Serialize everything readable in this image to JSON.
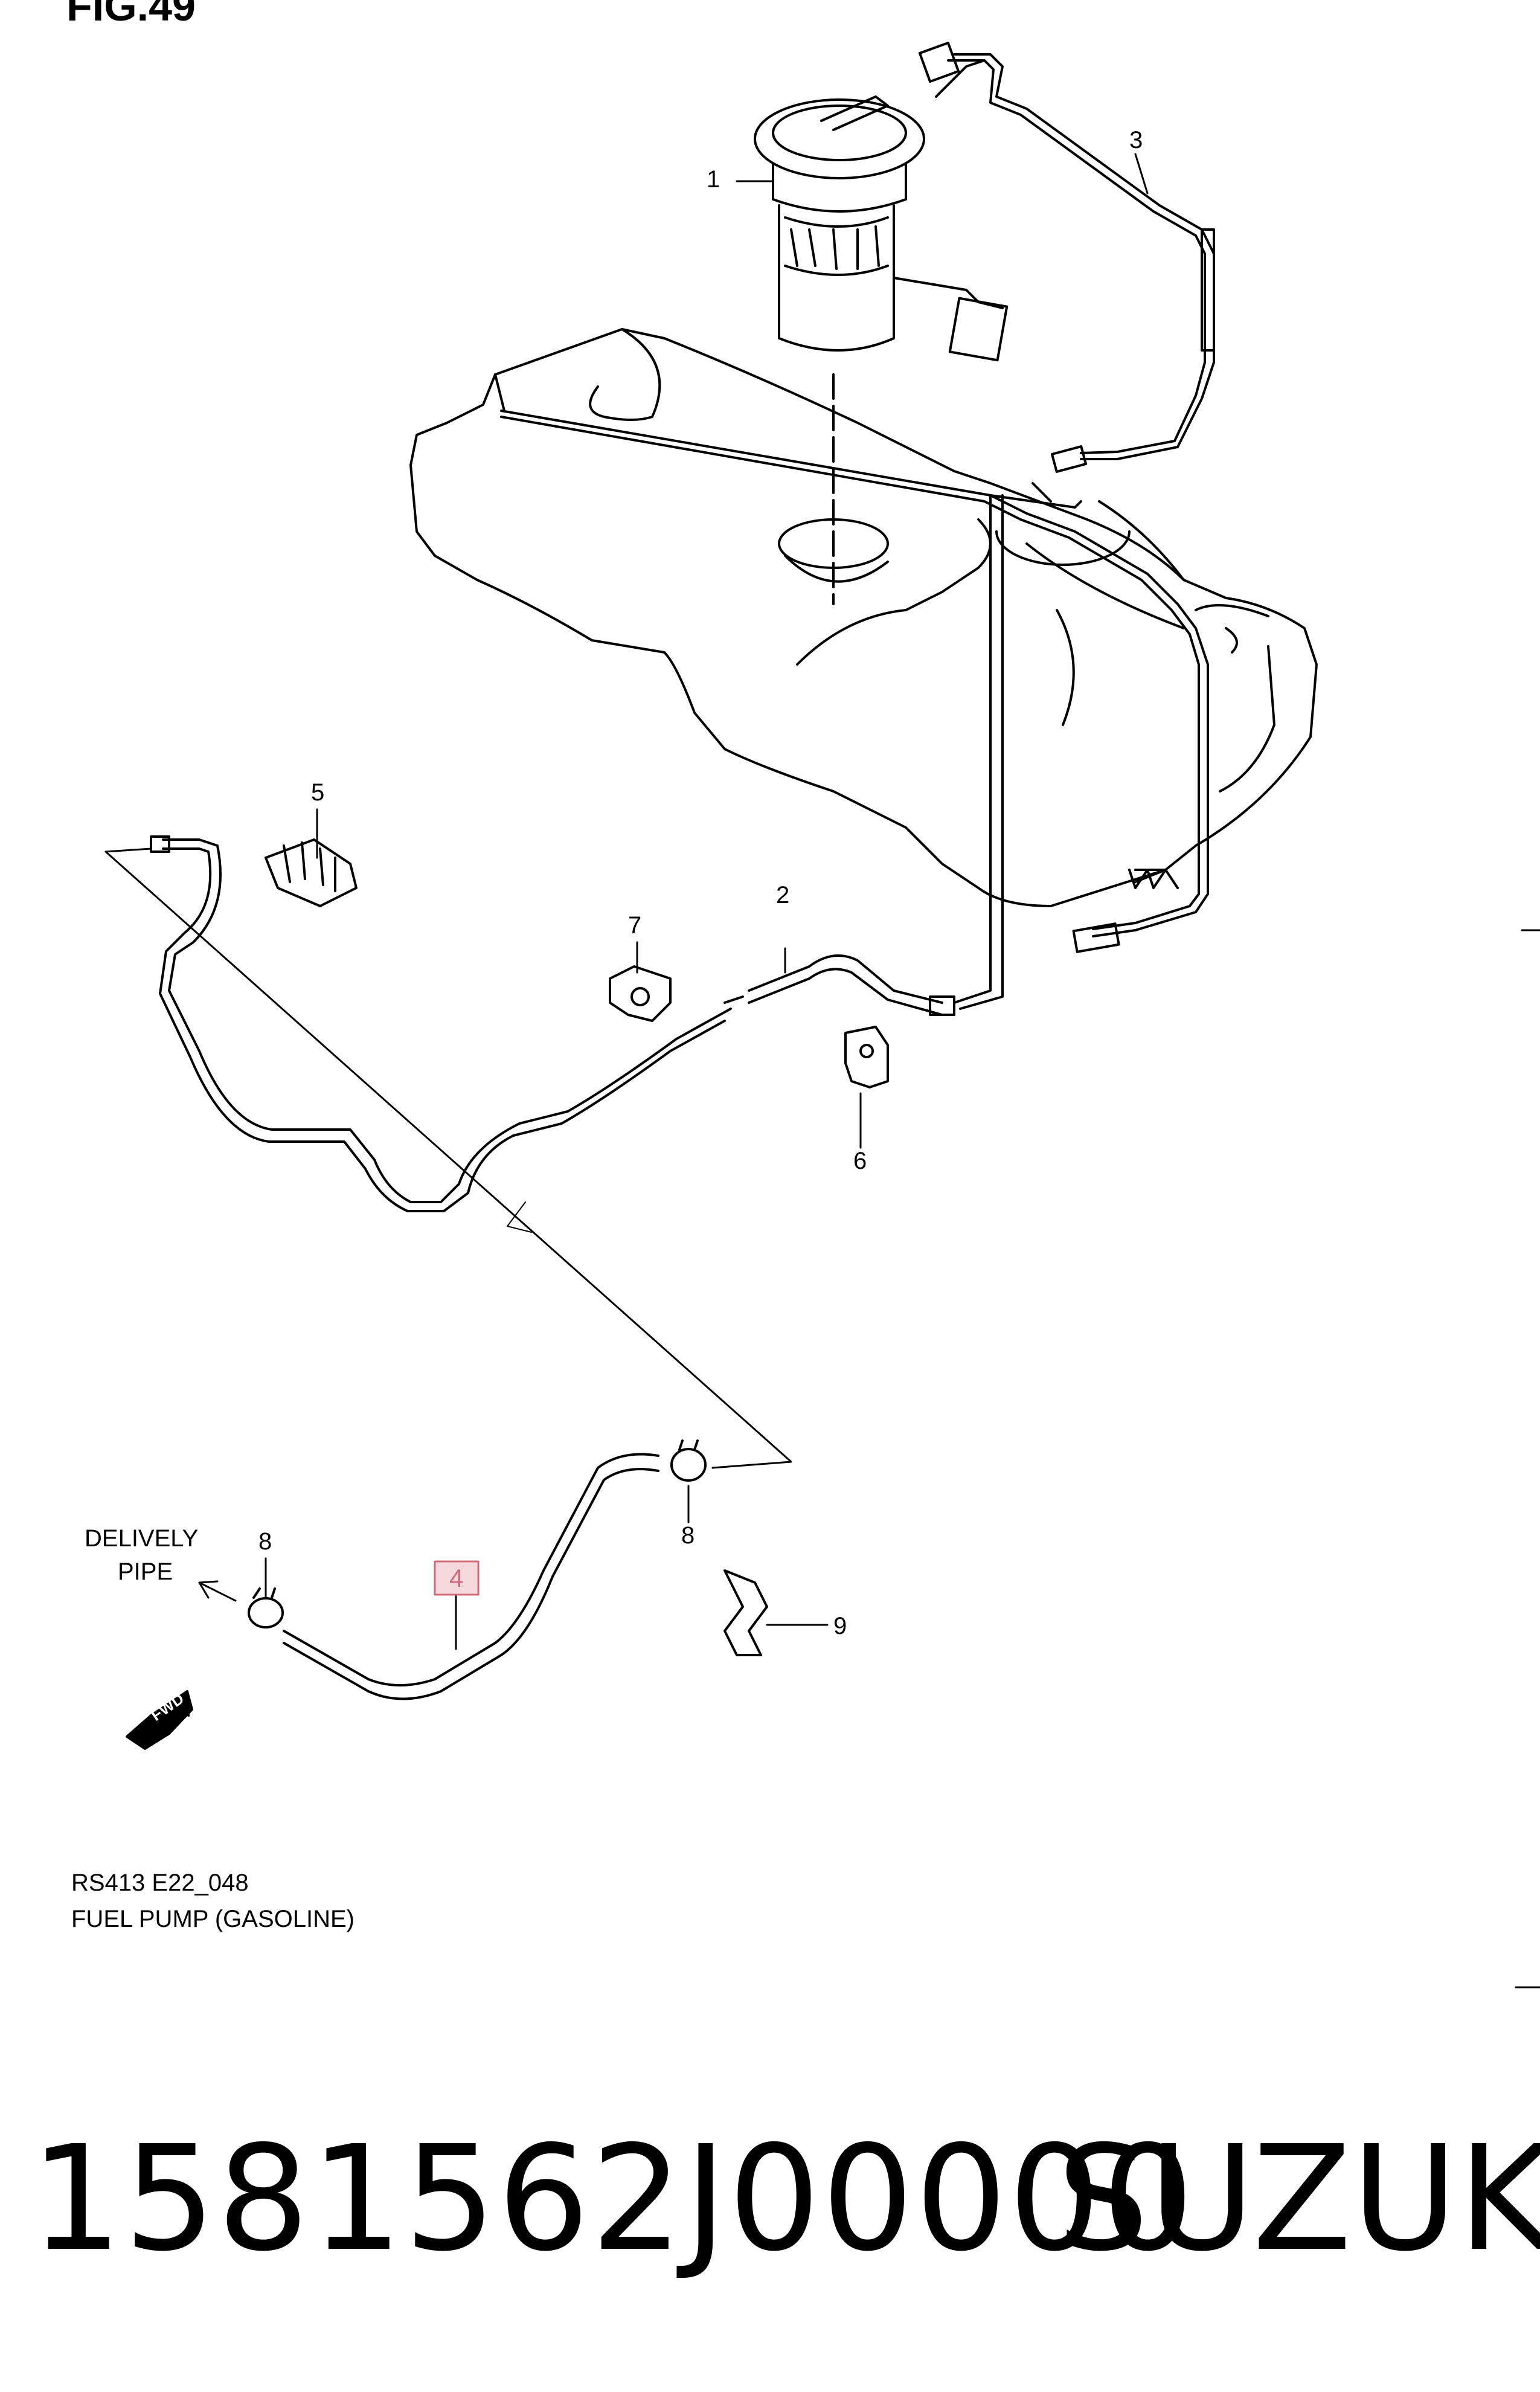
{
  "header": {
    "fig_label": "FIG.49"
  },
  "callouts": {
    "c1": "1",
    "c2": "2",
    "c3": "3",
    "c4": "4",
    "c5": "5",
    "c6": "6",
    "c7": "7",
    "c8a": "8",
    "c8b": "8",
    "c9": "9"
  },
  "annotations": {
    "delivery_line1": "DELIVELY",
    "delivery_line2": "PIPE",
    "fwd": "FWD"
  },
  "caption": {
    "code": "RS413 E22_048",
    "title": "FUEL PUMP (GASOLINE)"
  },
  "footer": {
    "part_number": "1581562J00000",
    "brand": "SUZUKI"
  },
  "colors": {
    "line": "#000000",
    "highlight_fill": "#f6d9dd",
    "highlight_stroke": "#d36a78"
  }
}
